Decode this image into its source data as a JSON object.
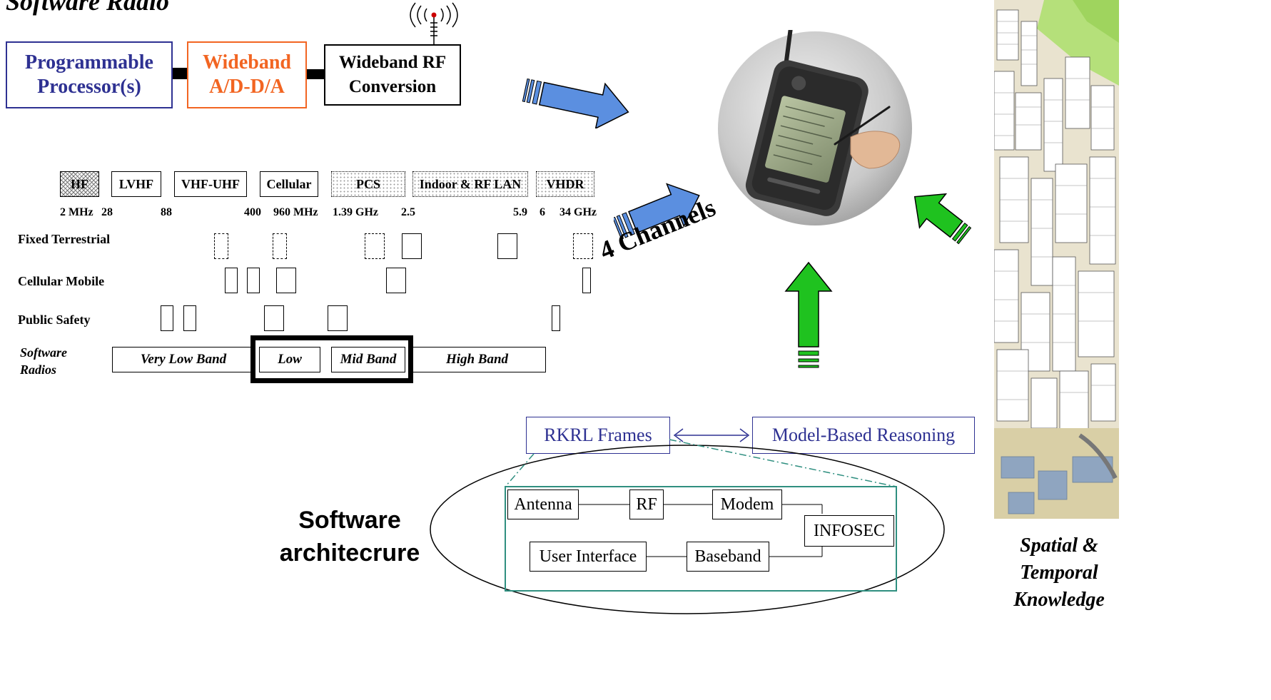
{
  "title": "Software Radio",
  "top_blocks": {
    "processor": "Programmable Processor(s)",
    "adda": "Wideband A/D-D/A",
    "rf": "Wideband RF Conversion",
    "processor_color": "#2e3192",
    "adda_color": "#f26522"
  },
  "bands": [
    "HF",
    "LVHF",
    "VHF-UHF",
    "Cellular",
    "PCS",
    "Indoor & RF LAN",
    "VHDR"
  ],
  "ticks": [
    "2 MHz",
    "28",
    "88",
    "400",
    "960 MHz",
    "1.39 GHz",
    "2.5",
    "5.9",
    "6",
    "34 GHz"
  ],
  "rows": [
    "Fixed Terrestrial",
    "Cellular Mobile",
    "Public Safety"
  ],
  "software_radios_label": "Software Radios",
  "sr_bands": [
    "Very Low Band",
    "Low",
    "Mid Band",
    "High Band"
  ],
  "channels_label": "4 Channels",
  "knowledge": {
    "rkrl": "RKRL Frames",
    "mbr": "Model-Based Reasoning",
    "color": "#2e3192"
  },
  "architecture": {
    "label": "Software architecrure",
    "blocks": [
      "Antenna",
      "RF",
      "Modem",
      "INFOSEC",
      "User Interface",
      "Baseband"
    ],
    "frame_color": "#2f8f80"
  },
  "spatial_label": "Spatial & Temporal Knowledge",
  "arrow_colors": {
    "blue": "#5b8fe0",
    "green": "#1fc21f"
  },
  "icons": [
    "antenna-icon",
    "handheld-device-image",
    "city-map-image"
  ]
}
